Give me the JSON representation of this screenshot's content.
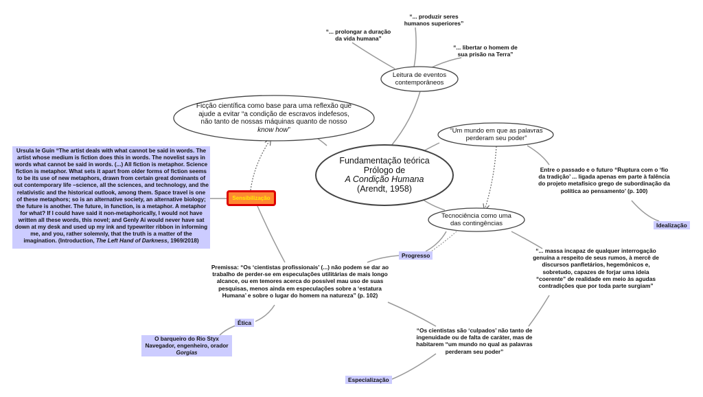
{
  "colors": {
    "tag": "#ccccff",
    "sens_border": "#dd0000",
    "sens_fill": "#ff8833",
    "sens_text": "#ffee00",
    "line": "#999999"
  },
  "center": {
    "l1": "Fundamentação teórica",
    "l2": "Prólogo de",
    "l3": "A Condição Humana",
    "l4": "(Arendt, 1958)"
  },
  "ficcao": {
    "text": "Ficção científica como base para uma reflexão que ajude a evitar “a condição de escravos indefesos, não tanto de nossas máquinas quanto de nosso",
    "italic": "know how",
    "end": "”"
  },
  "leitura": "Leitura de eventos contemporâneos",
  "um_mundo": "“Um mundo em que as palavras perderam seu poder”",
  "tecnociencia": "Tecnociência como uma das contingências",
  "quotes": {
    "produzir": "“... produzir seres humanos superiores”",
    "prolongar": "“... prolongar a duração da vida humana”",
    "libertar": "“... libertar o homem de sua prisão na Terra”"
  },
  "sensibilizacao": "Sensibilização",
  "ursula": {
    "text": "Ursula le Guin “The artist deals with what cannot be said in words. The artist whose medium is fiction does this in words. The novelist says in words what cannot be said in words. (...) All fiction is metaphor. Science fiction is metaphor. What sets it apart from older forms of fiction seems to be its use of new metaphors, drawn from certain great dominants of out contemporary life –science, all the sciences, and technology, and the relativistic and the historical outlook, among them. Space travel is one of these metaphors; so is an alternative society, an alternative biology; the future is another. The future, in function, is a metaphor. A metaphor for what? If I could have said it non-metaphorically, I would not have written all these words, this novel; and Genly Ai would never have sat down at my desk and used up my ink and typewriter ribbon in informing me, and you, rather solemnly, that the truth is a matter of the imagination. (Introduction,",
    "italic": "The Left Hand of Darkness",
    "end": ", 1969/2018)"
  },
  "entre": "Entre o passado e o futuro “Ruptura com o ‘fio da tradição’ ... ligada apenas em parte à falência do projeto metafísico grego de subordinação da política ao pensamento’ (p. 100)",
  "idealizacao": "Idealização",
  "massa": "“... massa incapaz de qualquer interrogação genuína a respeito de seus rumos, à mercê de discursos panfletários, hegemônicos e, sobretudo, capazes de forjar uma ideia “coerente” de realidade em meio às agudas contradições que por toda parte surgiam”",
  "progresso": "Progresso",
  "premissa": "Premissa: “Os ‘cientistas profissionais’ (...) não podem se dar ao trabalho de perder-se em especulações utilitárias de mais longo alcance, ou em temores acerca do possível mau uso de suas pesquisas, menos ainda em especulações sobre a ‘estatura Humana’ e sobre o lugar do homem na natureza” (p. 102)",
  "etica": "Ética",
  "barqueiro": {
    "l1": "O barqueiro do Rio Styx",
    "l2": "Navegador, engenheiro, orador",
    "l3": "Gorgias"
  },
  "culpados": "“Os cientistas são ‘culpados’ não tanto de ingenuidade ou de falta de caráter, mas de habitarem “um mundo no qual as palavras perderam seu poder”",
  "especializacao": "Especialização"
}
